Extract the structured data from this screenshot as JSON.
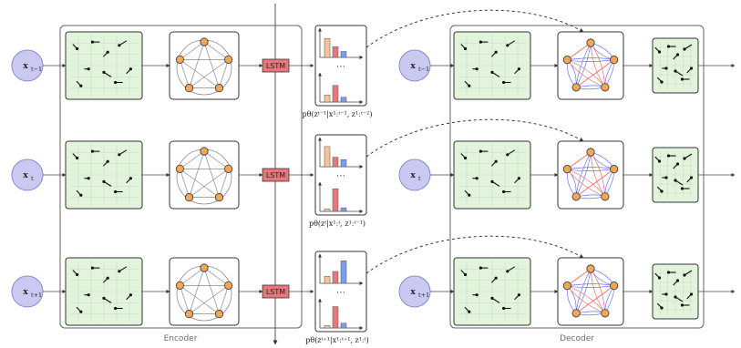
{
  "labels": {
    "encoder": "Encoder",
    "decoder": "Decoder",
    "lstm": "LSTM",
    "dots": "⋯"
  },
  "rows": [
    {
      "node_main": "x",
      "node_sub": "t−1",
      "formula": "pθ(zᵗ⁻¹|x¹ːᵗ⁻¹, z¹ːᵗ⁻²)",
      "bars_top": [
        0.8,
        0.45,
        0.25
      ],
      "bars_bottom": [
        0.3,
        0.7,
        0.2
      ]
    },
    {
      "node_main": "x",
      "node_sub": "t",
      "formula": "pθ(zᵗ|x¹ːᵗ, z¹ːᵗ⁻¹)",
      "bars_top": [
        0.85,
        0.4,
        0.3
      ],
      "bars_bottom": [
        0.1,
        0.95,
        0.15
      ]
    },
    {
      "node_main": "x",
      "node_sub": "t+1",
      "formula": "pθ(zᵗ⁺¹|x¹ːᵗ⁺¹, z¹ːᵗ)",
      "bars_top": [
        0.3,
        0.5,
        0.95
      ],
      "bars_bottom": [
        0.1,
        0.9,
        0.2
      ]
    }
  ],
  "colors": {
    "node_fill": "#c9c9f2",
    "node_stroke": "#8a8acb",
    "grid_fill": "#e3f4dd",
    "lstm_fill": "#e8767a",
    "bar_orange": "#f6c49b",
    "bar_red": "#e8777b",
    "bar_blue": "#7d9bef",
    "graph_node": "#f2a65a",
    "edge_red": "#f07070",
    "edge_blue": "#6a78f0",
    "edge_grey": "#8a8a8a"
  }
}
